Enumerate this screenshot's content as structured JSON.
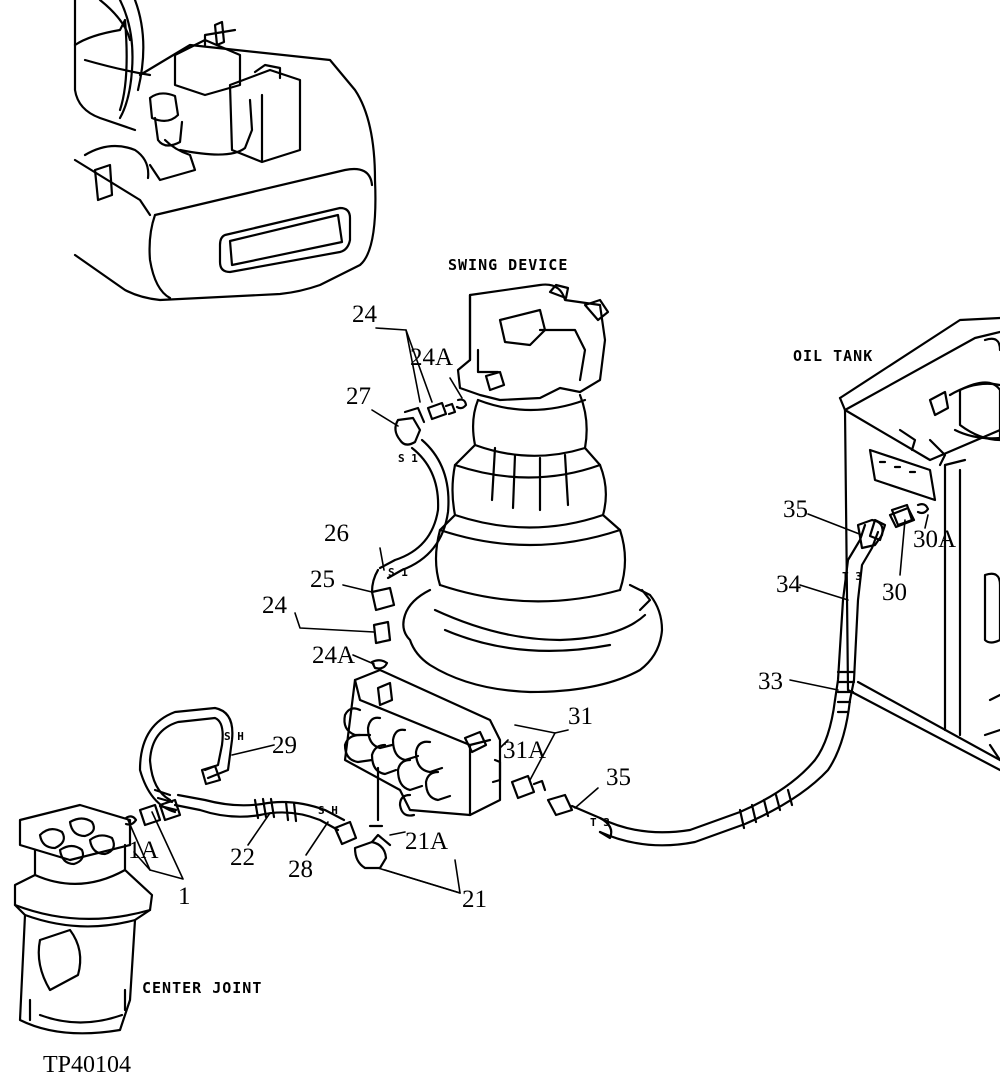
{
  "captions": {
    "swing_device": "SWING DEVICE",
    "oil_tank": "OIL TANK",
    "center_joint": "CENTER JOINT"
  },
  "figure_id": "TP40104",
  "hose_marks": {
    "sh_upper": "S H",
    "sh_lower": "S H",
    "s1_upper": "S 1",
    "s1_lower": "S 1",
    "t3_tank": "T 3",
    "t3_valve": "T 3"
  },
  "callouts": {
    "c24_top": "24",
    "c24a_top": "24A",
    "c27": "27",
    "c26": "26",
    "c25": "25",
    "c24_mid": "24",
    "c24a_mid": "24A",
    "c29": "29",
    "c1a": "1A",
    "c1": "1",
    "c22": "22",
    "c28": "28",
    "c21a": "21A",
    "c21": "21",
    "c31": "31",
    "c31a": "31A",
    "c35_low": "35",
    "c35_high": "35",
    "c34": "34",
    "c33": "33",
    "c30a": "30A",
    "c30": "30"
  }
}
